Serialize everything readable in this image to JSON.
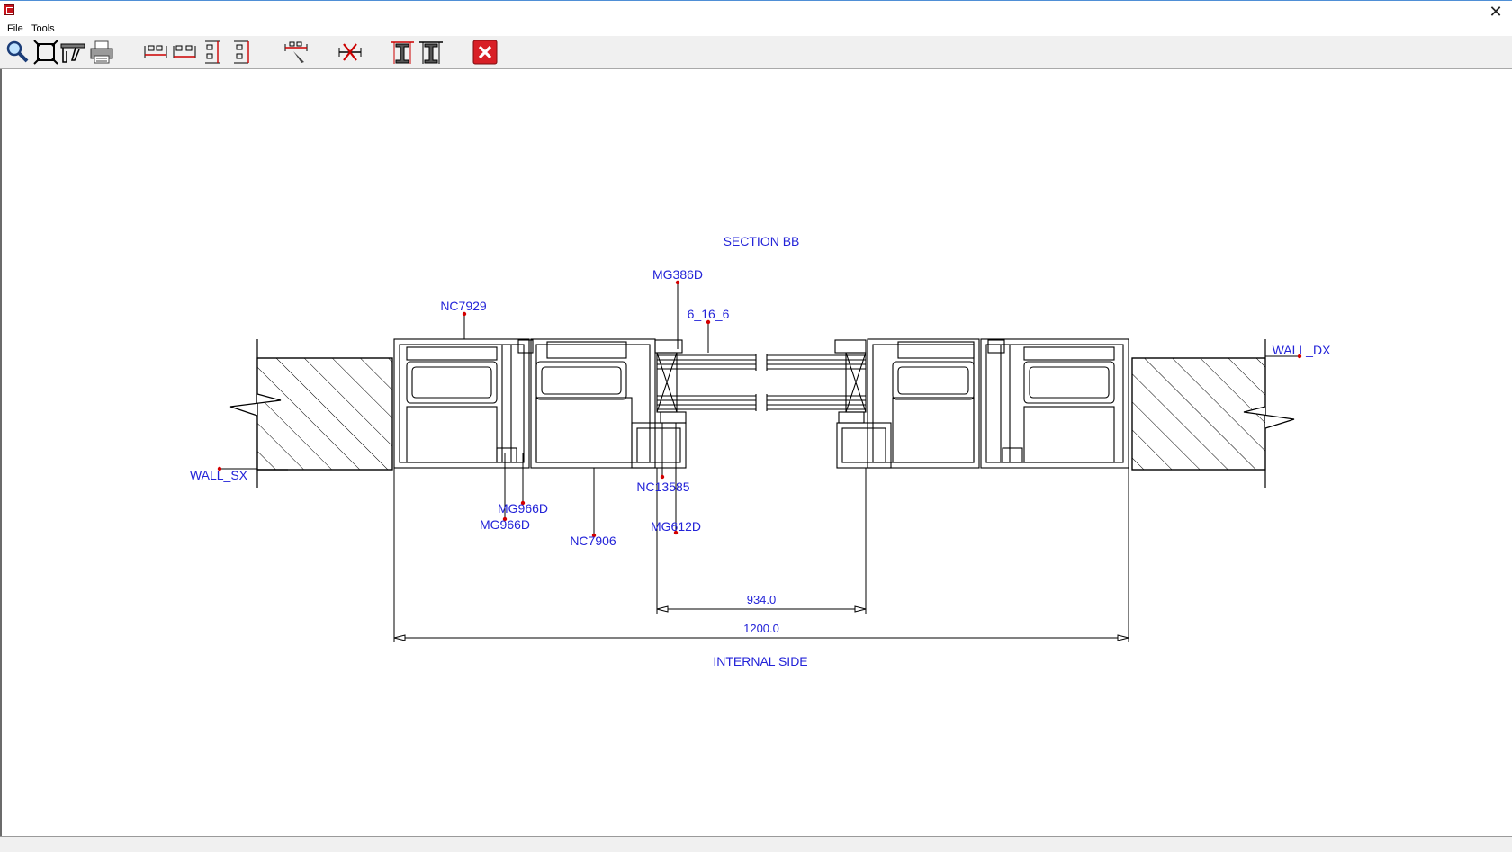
{
  "menu": {
    "file": "File",
    "tools": "Tools"
  },
  "toolbar": {
    "buttons": [
      {
        "icon": "magnifier-icon"
      },
      {
        "icon": "zoom-extents-icon"
      },
      {
        "icon": "caliper-icon"
      },
      {
        "icon": "printer-icon"
      },
      {
        "icon": "horizontal-dimension-icon"
      },
      {
        "icon": "horizontal-dimension-2-icon"
      },
      {
        "icon": "vertical-dimension-icon"
      },
      {
        "icon": "vertical-dimension-2-icon"
      },
      {
        "icon": "dimension-pick-icon"
      },
      {
        "icon": "delete-dimension-icon"
      },
      {
        "icon": "profile-section-icon"
      },
      {
        "icon": "profile-section-2-icon"
      },
      {
        "icon": "exit-icon"
      }
    ]
  },
  "drawing": {
    "title": "SECTION BB",
    "footer": "INTERNAL SIDE",
    "labels": {
      "mg386d": "MG386D",
      "glass": "6_16_6",
      "nc7929": "NC7929",
      "wall_dx": "WALL_DX",
      "wall_sx": "WALL_SX",
      "mg966d_a": "MG966D",
      "mg966d_b": "MG966D",
      "nc13585": "NC13585",
      "mg612d": "MG612D",
      "nc7906": "NC7906"
    },
    "dimensions": {
      "inner": "934.0",
      "outer": "1200.0"
    }
  },
  "colors": {
    "label": "#2323d8",
    "marker": "#d40000",
    "line": "#000000",
    "exit": "#d81f26"
  }
}
